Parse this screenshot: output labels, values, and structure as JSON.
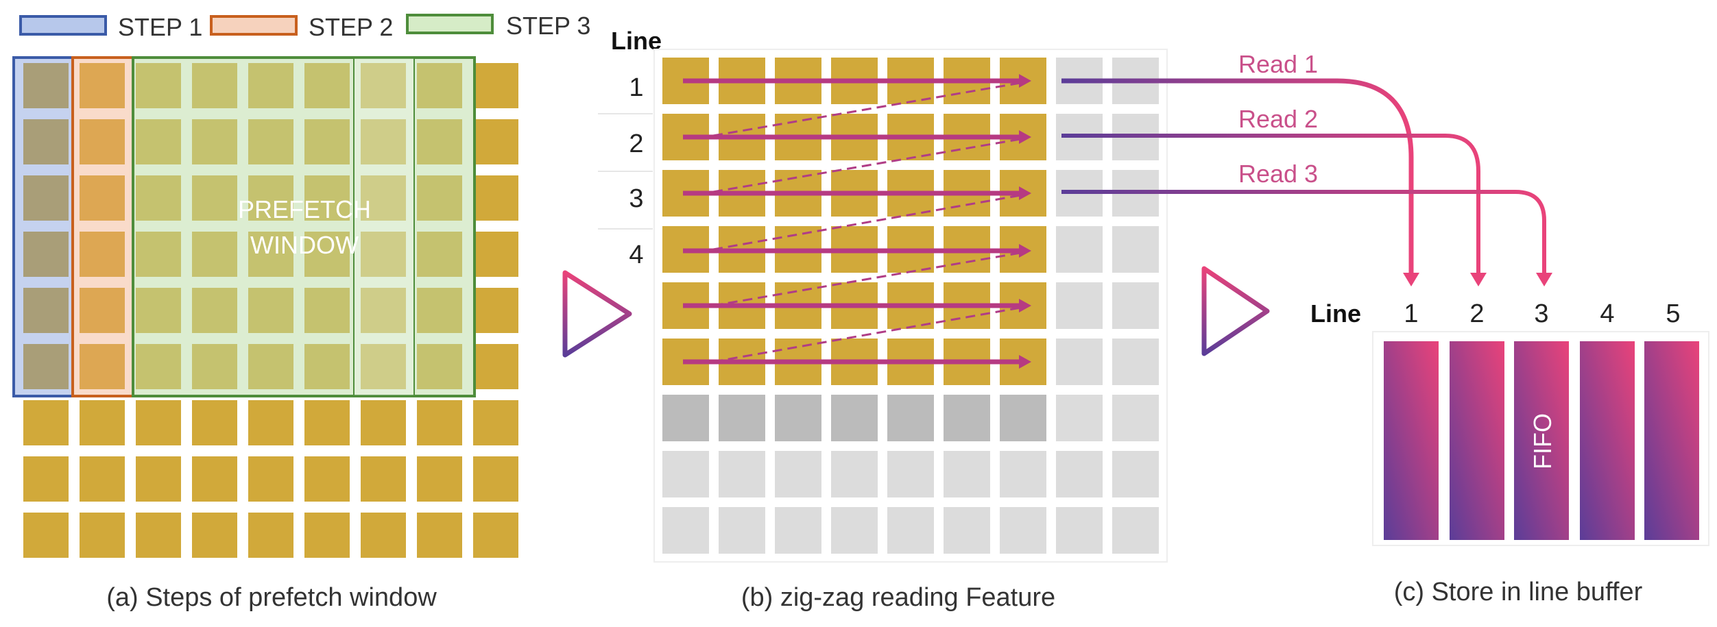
{
  "legend": {
    "items": [
      {
        "label": "STEP 1",
        "stroke": "#3b5ba8",
        "fill": "#b7c8eb"
      },
      {
        "label": "STEP 2",
        "stroke": "#c8601e",
        "fill": "#f6d2bd"
      },
      {
        "label": "STEP 3",
        "stroke": "#4e8d3b",
        "fill": "#d6ecc7"
      }
    ]
  },
  "panel_a": {
    "window_label_line1": "PREFETCH",
    "window_label_line2": "WINDOW",
    "caption": "(a) Steps of prefetch window"
  },
  "panel_b": {
    "line_header": "Line",
    "line_numbers": [
      "1",
      "2",
      "3",
      "4"
    ],
    "reads": [
      "Read 1",
      "Read 2",
      "Read 3"
    ],
    "caption": "(b) zig-zag reading Feature"
  },
  "panel_c": {
    "line_header": "Line",
    "line_numbers": [
      "1",
      "2",
      "3",
      "4",
      "5"
    ],
    "fifo_label": "FIFO",
    "caption": "(c) Store in line buffer"
  },
  "colors": {
    "gold": "#d1a93a",
    "light_gray": "#dcdcdc",
    "dark_gray": "#bbbbbb",
    "arrow_pink": "#e9437a",
    "arrow_purple": "#5b3d98",
    "text_pink": "#c9508a"
  }
}
